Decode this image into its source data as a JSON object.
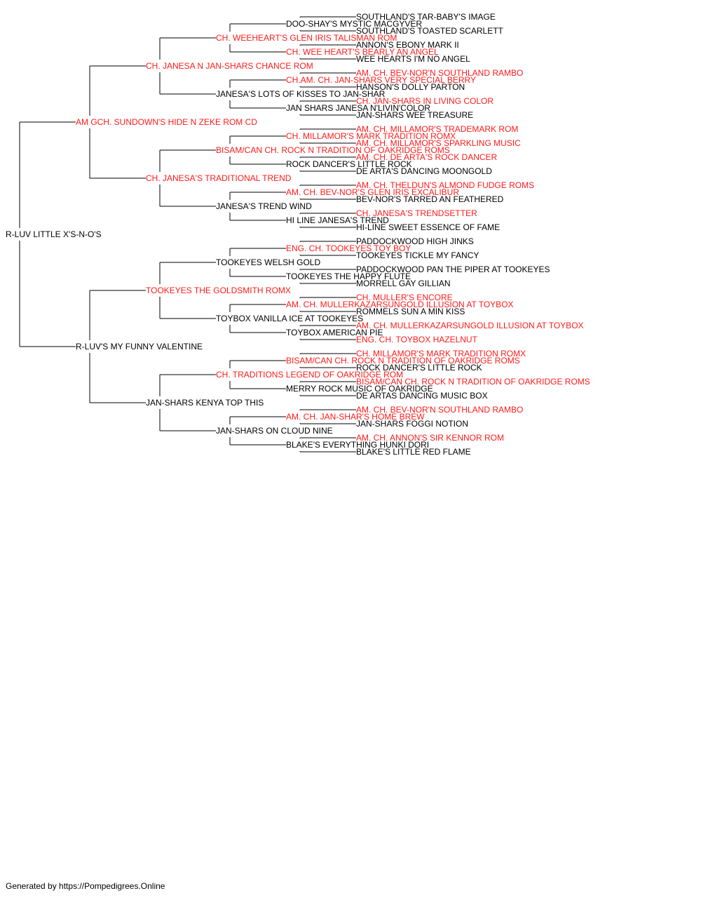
{
  "colors": {
    "champion": "#ff1a1a",
    "regular": "#000000",
    "line": "#000000"
  },
  "pedigree": {
    "name": "R-LUV LITTLE X'S-N-O'S",
    "champion": false,
    "sire": {
      "name": "AM GCH. SUNDOWN'S HIDE N ZEKE ROM CD",
      "champion": true,
      "sire": {
        "name": "CH. JANESA N JAN-SHARS CHANCE ROM",
        "champion": true,
        "sire": {
          "name": "CH. WEEHEART'S GLEN IRIS TALISMAN ROM",
          "champion": true,
          "sire": {
            "name": "DOO-SHAY'S MYSTIC MACGYVER",
            "champion": false,
            "sire": {
              "name": "SOUTHLAND'S TAR-BABY'S IMAGE",
              "champion": false
            },
            "dam": {
              "name": "SOUTHLAND'S TOASTED SCARLETT",
              "champion": false
            }
          },
          "dam": {
            "name": "CH. WEE HEART'S BEARLY AN ANGEL",
            "champion": true,
            "sire": {
              "name": "ANNON'S EBONY MARK II",
              "champion": false
            },
            "dam": {
              "name": "WEE HEARTS I'M NO ANGEL",
              "champion": false
            }
          }
        },
        "dam": {
          "name": "JANESA'S LOTS OF KISSES TO JAN-SHAR",
          "champion": false,
          "sire": {
            "name": "CH.AM. CH. JAN-SHARS VERY SPECIAL BERRY",
            "champion": true,
            "sire": {
              "name": "AM. CH. BEV-NOR'N SOUTHLAND RAMBO",
              "champion": true
            },
            "dam": {
              "name": "HANSON'S DOLLY PARTON",
              "champion": false
            }
          },
          "dam": {
            "name": "JAN SHARS JANESA N'LIVIN'COLOR",
            "champion": false,
            "sire": {
              "name": "CH. JAN-SHARS IN LIVING COLOR",
              "champion": true
            },
            "dam": {
              "name": "JAN-SHARS WEE TREASURE",
              "champion": false
            }
          }
        }
      },
      "dam": {
        "name": "CH. JANESA'S TRADITIONAL TREND",
        "champion": true,
        "sire": {
          "name": "BISAM/CAN CH. ROCK N TRADITION OF OAKRIDGE ROMS",
          "champion": true,
          "sire": {
            "name": "CH. MILLAMOR'S MARK TRADITION ROMX",
            "champion": true,
            "sire": {
              "name": "AM. CH. MILLAMOR'S TRADEMARK ROM",
              "champion": true
            },
            "dam": {
              "name": "AM. CH. MILLAMOR'S SPARKLING MUSIC",
              "champion": true
            }
          },
          "dam": {
            "name": "ROCK DANCER'S LITTLE ROCK",
            "champion": false,
            "sire": {
              "name": "AM. CH. DE ARTA'S ROCK DANCER",
              "champion": true
            },
            "dam": {
              "name": "DE ARTA'S DANCING MOONGOLD",
              "champion": false
            }
          }
        },
        "dam": {
          "name": "JANESA'S TREND WIND",
          "champion": false,
          "sire": {
            "name": "AM. CH. BEV-NOR'S GLEN IRIS EXCALIBUR",
            "champion": true,
            "sire": {
              "name": "AM. CH. THELDUN'S ALMOND FUDGE ROMS",
              "champion": true
            },
            "dam": {
              "name": "BEV-NOR'S TARRED AN FEATHERED",
              "champion": false
            }
          },
          "dam": {
            "name": "HI LINE JANESA'S TREND",
            "champion": false,
            "sire": {
              "name": "CH. JANESA'S TRENDSETTER",
              "champion": true
            },
            "dam": {
              "name": "HI-LINE SWEET ESSENCE OF FAME",
              "champion": false
            }
          }
        }
      }
    },
    "dam": {
      "name": "R-LUV'S MY FUNNY VALENTINE",
      "champion": false,
      "sire": {
        "name": "TOOKEYES THE GOLDSMITH ROMX",
        "champion": true,
        "sire": {
          "name": "TOOKEYES WELSH GOLD",
          "champion": false,
          "sire": {
            "name": "ENG. CH. TOOKEYES TOY BOY",
            "champion": true,
            "sire": {
              "name": "PADDOCKWOOD HIGH JINKS",
              "champion": false
            },
            "dam": {
              "name": "TOOKEYES TICKLE MY FANCY",
              "champion": false
            }
          },
          "dam": {
            "name": "TOOKEYES THE HAPPY FLUTE",
            "champion": false,
            "sire": {
              "name": "PADDOCKWOOD PAN THE PIPER AT TOOKEYES",
              "champion": false
            },
            "dam": {
              "name": "MORRELL GAY GILLIAN",
              "champion": false
            }
          }
        },
        "dam": {
          "name": "TOYBOX VANILLA ICE AT TOOKEYES",
          "champion": false,
          "sire": {
            "name": "AM. CH. MULLERKAZARSUNGOLD ILLUSION AT TOYBOX",
            "champion": true,
            "sire": {
              "name": "CH. MULLER'S ENCORE",
              "champion": true
            },
            "dam": {
              "name": "ROMMELS SUN A MIN KISS",
              "champion": false
            }
          },
          "dam": {
            "name": "TOYBOX AMERICAN PIE",
            "champion": false,
            "sire": {
              "name": "AM. CH. MULLERKAZARSUNGOLD ILLUSION AT TOYBOX",
              "champion": true
            },
            "dam": {
              "name": "ENG. CH. TOYBOX HAZELNUT",
              "champion": true
            }
          }
        }
      },
      "dam": {
        "name": "JAN-SHARS KENYA TOP THIS",
        "champion": false,
        "sire": {
          "name": "CH. TRADITIONS LEGEND OF OAKRIDGE ROM",
          "champion": true,
          "sire": {
            "name": "BISAM/CAN CH. ROCK N TRADITION OF OAKRIDGE ROMS",
            "champion": true,
            "sire": {
              "name": "CH. MILLAMOR'S MARK TRADITION ROMX",
              "champion": true
            },
            "dam": {
              "name": "ROCK DANCER'S LITTLE ROCK",
              "champion": false
            }
          },
          "dam": {
            "name": "MERRY ROCK MUSIC OF OAKRIDGE",
            "champion": false,
            "sire": {
              "name": "BISAM/CAN CH. ROCK N TRADITION OF OAKRIDGE ROMS",
              "champion": true
            },
            "dam": {
              "name": "DE ARTAS DANCING MUSIC BOX",
              "champion": false
            }
          }
        },
        "dam": {
          "name": "JAN-SHARS ON CLOUD NINE",
          "champion": false,
          "sire": {
            "name": "AM. CH. JAN-SHAR'S HOME BREW",
            "champion": true,
            "sire": {
              "name": "AM. CH. BEV-NOR'N SOUTHLAND RAMBO",
              "champion": true
            },
            "dam": {
              "name": "JAN-SHARS FOGGI NOTION",
              "champion": false
            }
          },
          "dam": {
            "name": "BLAKE'S EVERYTHING HUNKI DORI",
            "champion": false,
            "sire": {
              "name": "AM. CH. ANNON'S SIR KENNOR ROM",
              "champion": true
            },
            "dam": {
              "name": "BLAKE'S LITTLE RED FLAME",
              "champion": false
            }
          }
        }
      }
    }
  },
  "footer": "Generated by https://Pompedigrees.Online"
}
